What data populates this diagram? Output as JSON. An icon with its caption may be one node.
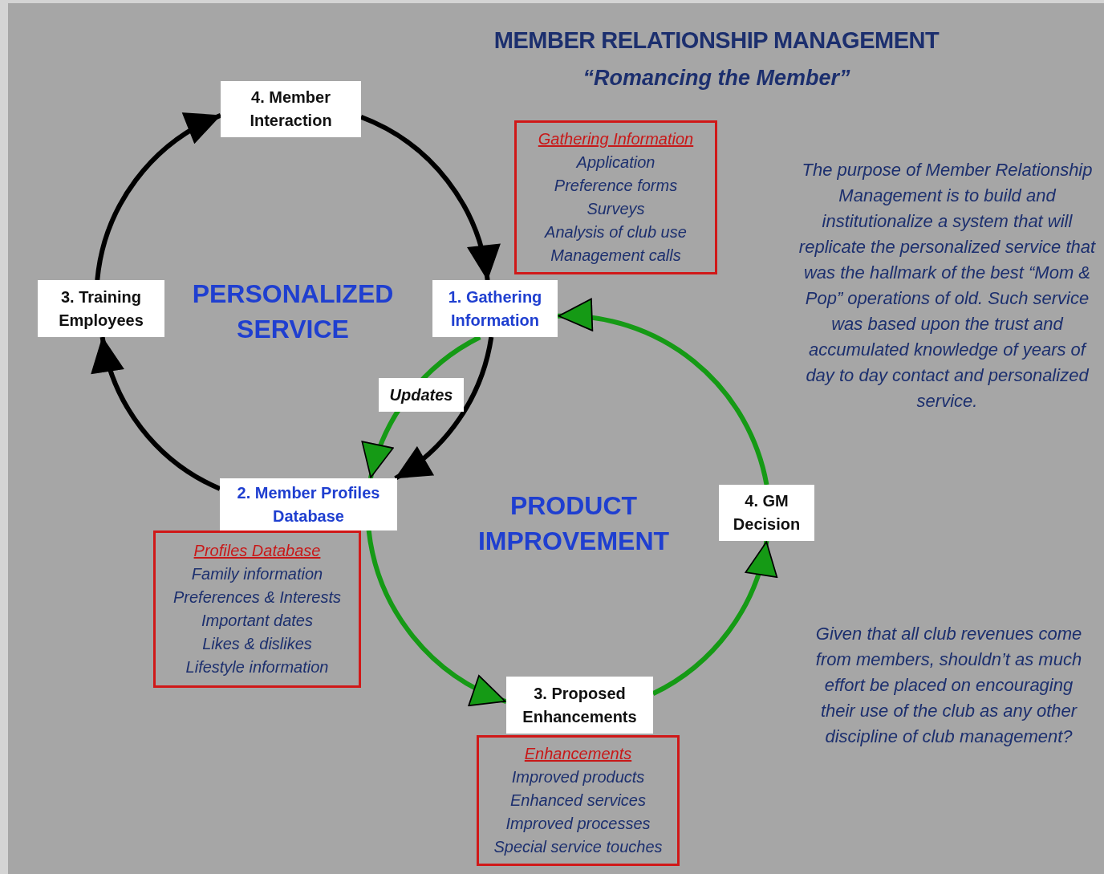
{
  "diagram": {
    "title": "MEMBER RELATIONSHIP MANAGEMENT",
    "nodes": [
      {
        "text": [
          "4. Member Interaction"
        ]
      },
      {
        "text": [
          "Gathering Information",
          "Application",
          "Preference forms",
          "Surveys",
          "Analysis of club use",
          "Management calls"
        ]
      },
      {
        "text": [
          "3. Training Employees"
        ]
      },
      {
        "text": [
          "1. Gathering Information"
        ]
      },
      {
        "text": [
          "2. Member Profiles Database"
        ]
      },
      {
        "text": [
          "4. GM Decision"
        ]
      },
      {
        "text": [
          "Profiles Database",
          "Family information",
          "Preferences & Interests",
          "Important dates",
          "Likes & dislikes",
          "Lifestyle information"
        ]
      },
      {
        "text": [
          "3. Proposed Enhancements"
        ]
      },
      {
        "text": [
          "Enhancements",
          "Improved products",
          "Enhanced services",
          "Improved processes",
          "Special service touches"
        ]
      }
    ],
    "edges": [
      {
        "from": 0,
        "to": 3,
        "arrow": "to"
      },
      {
        "from": 3,
        "to": 4,
        "arrow": "to"
      },
      {
        "from": 4,
        "to": 2,
        "arrow": "to"
      },
      {
        "from": 2,
        "to": 0,
        "arrow": "to"
      },
      {
        "from": 3,
        "to": 4,
        "arrow": "to",
        "color": "#159a15",
        "label": "Updates"
      },
      {
        "from": 4,
        "to": 7,
        "arrow": "to",
        "color": "#159a15"
      },
      {
        "from": 7,
        "to": 5,
        "arrow": "to",
        "color": "#159a15"
      },
      {
        "from": 5,
        "to": 3,
        "arrow": "to",
        "color": "#159a15"
      }
    ],
    "labels": [
      "“Romancing the Member”",
      "PERSONALIZED SERVICE",
      "PRODUCT IMPROVEMENT",
      "The purpose of Member Relationship Management is to build and institutionalize a system that will replicate the personalized service that was the hallmark of the best “Mom & Pop” operations of old. Such service was based upon the trust and accumulated knowledge of years of day to day contact and personalized service.",
      "Given that all club revenues come from members, shouldn’t as much effort be placed on encouraging their use of the club as any other discipline of club management?"
    ]
  }
}
